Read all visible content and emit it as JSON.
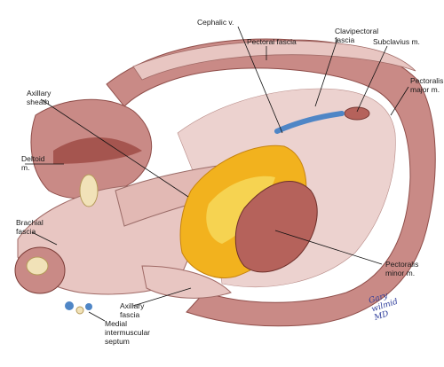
{
  "figure": {
    "labels": {
      "cephalic_v": "Cephalic v.",
      "pectoral_fascia": "Pectoral fascia",
      "clavipectoral_fascia": "Clavipectoral\nfascia",
      "subclavius_m": "Subclavius m.",
      "pectoralis_major_m": "Pectoralis\nmajor m.",
      "axillary_sheath": "Axillary\nsheath",
      "deltoid_m": "Deltoid\nm.",
      "brachial_fascia": "Brachial\nfascia",
      "pectoralis_minor_m": "Pectoralis\nminor m.",
      "axillary_fascia": "Axillary\nfascia",
      "medial_intermuscular_septum": "Medial\nintermuscular\nseptum"
    },
    "signature": "Gary\nwilmid\nMD"
  },
  "colors": {
    "muscle": "#c98a86",
    "muscle_dark": "#a5554f",
    "fascia": "#e8c6c2",
    "fat": "#f2b21e",
    "fat_light": "#f7d85a",
    "vein": "#4f86c6",
    "tendon": "#f1e2b8",
    "leader": "#111111"
  }
}
